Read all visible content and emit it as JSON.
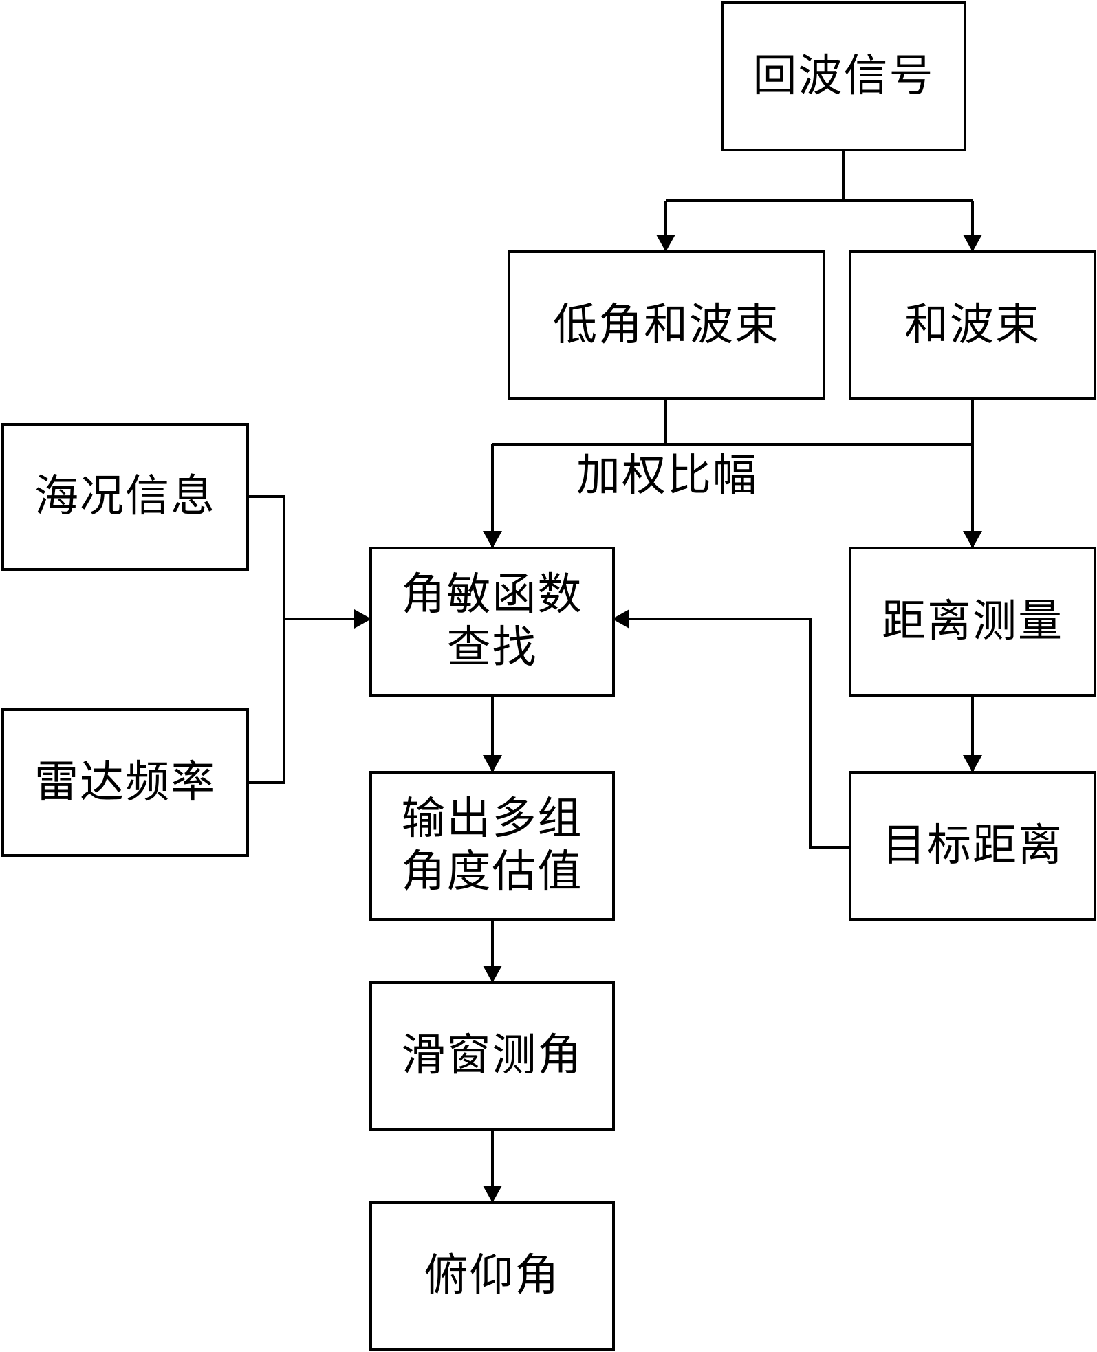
{
  "nodes": {
    "echo_signal": "回波信号",
    "low_angle_sum_beam": "低角和波束",
    "sum_beam": "和波束",
    "sea_state_info": "海况信息",
    "radar_frequency": "雷达频率",
    "angle_function_lookup": "角敏函数\n查找",
    "range_measurement": "距离测量",
    "multi_angle_estimates": "输出多组\n角度估值",
    "target_range": "目标距离",
    "sliding_window_angle": "滑窗测角",
    "elevation_angle": "俯仰角"
  },
  "edge_labels": {
    "weighted_ratio": "加权比幅"
  },
  "colors": {
    "stroke": "#000000",
    "background": "#ffffff"
  }
}
